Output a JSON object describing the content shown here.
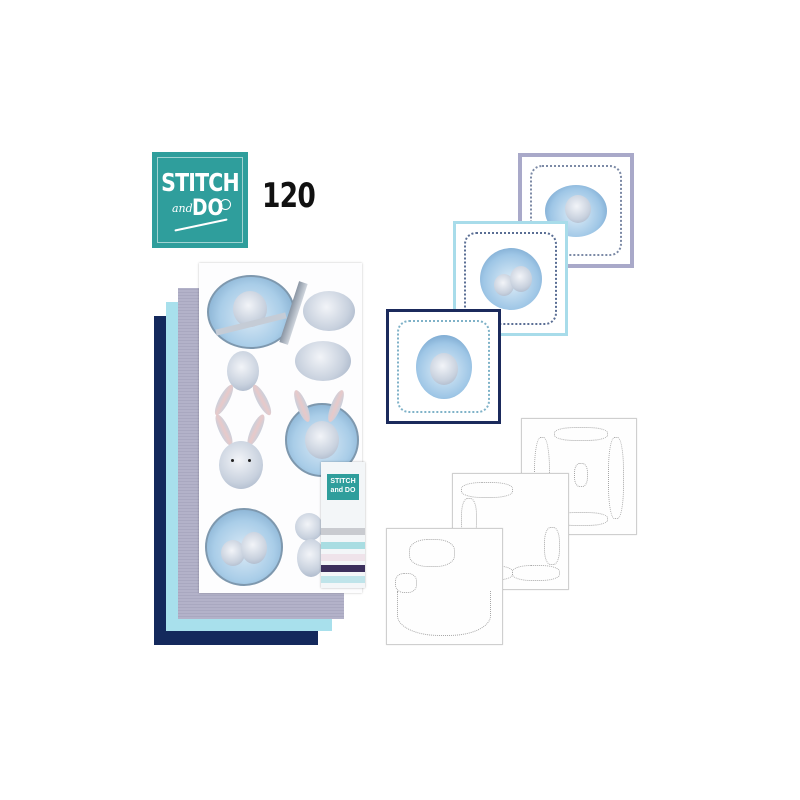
{
  "brand": {
    "logo_line1": "STITCH",
    "logo_line2_script": "and",
    "logo_line2": "DO",
    "kit_number": "120",
    "teal_color": "#2f9e9c"
  },
  "kit_contents": {
    "papers": [
      {
        "name": "navy paper",
        "color": "#14295c"
      },
      {
        "name": "light blue paper",
        "color": "#a8e0ec"
      },
      {
        "name": "lavender paper",
        "color": "#b3b2c9"
      }
    ],
    "die_cut_sheet": {
      "motifs": [
        "squirrel in oval",
        "squirrel on branch",
        "bunny head",
        "curled squirrel",
        "bunny bust",
        "bunny in circle",
        "two bunnies in circle",
        "pair of bunnies"
      ]
    },
    "thread_card": {
      "logo_line1": "STITCH",
      "logo_line2": "and DO",
      "colors": [
        "#c9cbd0",
        "#a9dde2",
        "#e8d7e0",
        "#3b2f5c",
        "#bfe4ea"
      ]
    },
    "finished_cards": [
      {
        "name": "bunny card",
        "border_color": "#1b2a5c"
      },
      {
        "name": "two bunnies card",
        "border_color": "#a8dcea"
      },
      {
        "name": "squirrel card",
        "border_color": "#a9a9c9"
      }
    ],
    "stitch_patterns": [
      "pattern sheet 1",
      "pattern sheet 2",
      "pattern sheet 3"
    ]
  }
}
